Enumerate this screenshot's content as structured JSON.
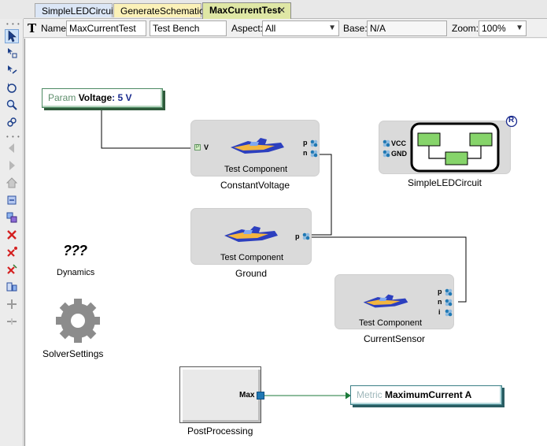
{
  "tabs": [
    {
      "label": "SimpleLEDCircuit",
      "active": false
    },
    {
      "label": "GenerateSchematic",
      "active": false
    },
    {
      "label": "MaxCurrentTest",
      "active": true
    }
  ],
  "tab_close_glyph": "✕",
  "propbar": {
    "name_label": "Name:",
    "name_value": "MaxCurrentTest",
    "kind_value": "Test Bench",
    "aspect_label": "Aspect:",
    "aspect_value": "All",
    "base_label": "Base:",
    "base_value": "N/A",
    "zoom_label": "Zoom:",
    "zoom_value": "100%"
  },
  "toolbar_icons": [
    "pointer-icon",
    "connect-icon",
    "set-mode-icon",
    "visualize-icon",
    "zoom-icon",
    "pan-icon",
    "back-icon",
    "forward-icon",
    "home-icon",
    "refresh-icon",
    "sync-icon",
    "delete-icon",
    "delete-all-icon",
    "delete-connections-icon",
    "import-icon",
    "add-port-icon",
    "remove-port-icon"
  ],
  "canvas": {
    "param": {
      "kind": "Param",
      "name": "Voltage",
      "value": "5 V"
    },
    "constant_voltage": {
      "subtitle": "Test Component",
      "name": "ConstantVoltage",
      "ports": [
        "V",
        "p",
        "n"
      ]
    },
    "ground": {
      "subtitle": "Test Component",
      "name": "Ground",
      "ports": [
        "p"
      ]
    },
    "current_sensor": {
      "subtitle": "Test Component",
      "name": "CurrentSensor",
      "ports": [
        "p",
        "n",
        "i"
      ]
    },
    "simple_led": {
      "name": "SimpleLEDCircuit",
      "ports": [
        "VCC",
        "GND"
      ],
      "badge": "R"
    },
    "dynamics": {
      "name": "Dynamics",
      "glyph": "???"
    },
    "solver": {
      "name": "SolverSettings"
    },
    "postprocessing": {
      "name": "PostProcessing",
      "port": "Max"
    },
    "metric": {
      "kind": "Metric",
      "name": "MaximumCurrent A"
    }
  },
  "colors": {
    "wire": "#000000",
    "metric_wire": "#1c7a3a",
    "port_blue": "#1f78b4"
  }
}
